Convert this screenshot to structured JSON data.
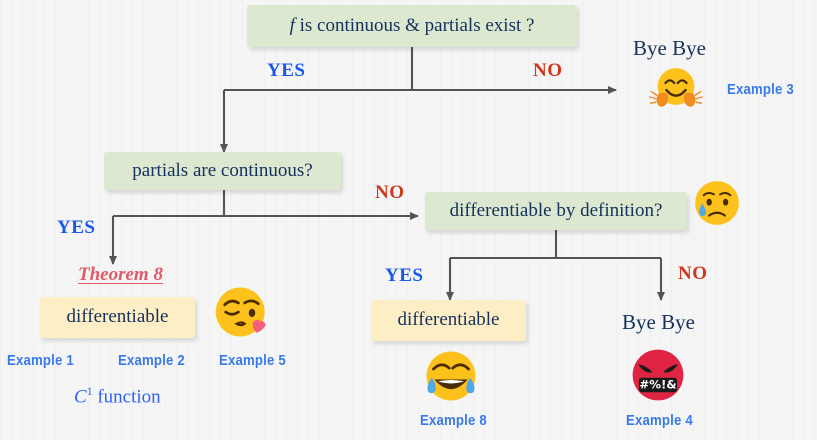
{
  "diagram": {
    "title_text": "Differentiability decision flowchart",
    "background_color": "#f5f5f6",
    "box_green_color": "#dce8d0",
    "box_yellow_color": "#fdeec5",
    "text_navy_color": "#15305c",
    "yes_color": "#1858e8",
    "no_color": "#d1371c",
    "example_color": "#3a7ae8",
    "theorem_color": "#e05a6a"
  },
  "nodes": {
    "q1": {
      "text_prefix": "f",
      "text_rest": " is continuous & partials exist ?"
    },
    "q2": {
      "text": "partials are continuous?"
    },
    "q3": {
      "text": "differentiable by definition?"
    },
    "result_left": {
      "text": "differentiable"
    },
    "result_center": {
      "text": "differentiable"
    }
  },
  "edges": {
    "q1_yes": "YES",
    "q1_no": "NO",
    "q2_yes": "YES",
    "q2_no": "NO",
    "q3_yes": "YES",
    "q3_no": "NO"
  },
  "terminals": {
    "byebye_top": "Bye Bye",
    "byebye_bottom": "Bye Bye"
  },
  "annotations": {
    "theorem": "Theorem 8",
    "c1_function_c": "C",
    "c1_function_sup": "1",
    "c1_function_rest": " function"
  },
  "examples": {
    "ex1": "Example 1",
    "ex2": "Example 2",
    "ex5": "Example 5",
    "ex3": "Example 3",
    "ex8": "Example 8",
    "ex4": "Example 4"
  },
  "emojis": {
    "hugging": "hugging-face-emoji",
    "sad_relieved": "sad-but-relieved-face-emoji",
    "kissing_heart": "face-blowing-a-kiss-emoji",
    "joy": "face-with-tears-of-joy-emoji",
    "cursing": "face-with-symbols-on-mouth-emoji",
    "cursing_text": "#%!&"
  }
}
